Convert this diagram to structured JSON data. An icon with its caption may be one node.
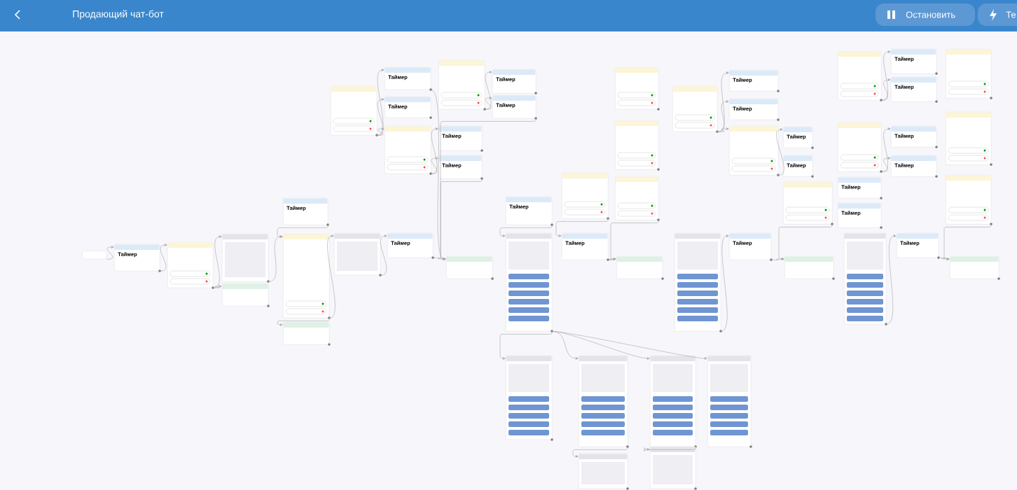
{
  "diagram": {
    "title": "Продающий чат-бот",
    "nodes": [
      {
        "text": [],
        "shape": "box"
      },
      {
        "text": [
          "Таймер"
        ]
      },
      {
        "text": [],
        "shape": "box"
      },
      {
        "text": [],
        "shape": "box"
      },
      {
        "text": [],
        "shape": "box"
      },
      {
        "text": [
          "Таймер"
        ]
      },
      {
        "text": [],
        "shape": "box"
      },
      {
        "text": [],
        "shape": "box"
      },
      {
        "text": [],
        "shape": "box"
      },
      {
        "text": [
          "Таймер"
        ]
      },
      {
        "text": [],
        "shape": "box"
      },
      {
        "text": [],
        "shape": "box"
      },
      {
        "text": [
          "Таймер"
        ]
      },
      {
        "text": [
          "Таймер"
        ]
      },
      {
        "text": [],
        "shape": "box"
      },
      {
        "text": [],
        "shape": "box"
      },
      {
        "text": [
          "Таймер"
        ]
      },
      {
        "text": [
          "Таймер"
        ]
      },
      {
        "text": [
          "Таймер"
        ]
      },
      {
        "text": [
          "Таймер"
        ]
      },
      {
        "text": [
          "Таймер"
        ]
      },
      {
        "text": [],
        "shape": "box"
      },
      {
        "text": [],
        "shape": "box"
      },
      {
        "text": [
          "Таймер"
        ]
      },
      {
        "text": [],
        "shape": "box"
      },
      {
        "text": [],
        "shape": "box"
      },
      {
        "text": [],
        "shape": "box"
      },
      {
        "text": [],
        "shape": "box"
      },
      {
        "text": [],
        "shape": "box"
      },
      {
        "text": [],
        "shape": "box"
      },
      {
        "text": [],
        "shape": "box"
      },
      {
        "text": [],
        "shape": "box"
      },
      {
        "text": [
          "Таймер"
        ]
      },
      {
        "text": [],
        "shape": "box"
      },
      {
        "text": [],
        "shape": "box"
      },
      {
        "text": [
          "Таймер"
        ]
      },
      {
        "text": [],
        "shape": "box"
      },
      {
        "text": [],
        "shape": "box"
      },
      {
        "text": [],
        "shape": "box"
      },
      {
        "text": [],
        "shape": "box"
      },
      {
        "text": [],
        "shape": "box"
      },
      {
        "text": [
          "Таймер"
        ]
      },
      {
        "text": [
          "Таймер"
        ]
      },
      {
        "text": [],
        "shape": "box"
      },
      {
        "text": [
          "Таймер"
        ]
      },
      {
        "text": [
          "Таймер"
        ]
      },
      {
        "text": [],
        "shape": "box"
      },
      {
        "text": [],
        "shape": "box"
      },
      {
        "text": [],
        "shape": "box"
      },
      {
        "text": [
          "Таймер"
        ]
      },
      {
        "text": [
          "Таймер"
        ]
      },
      {
        "text": [
          "Таймер"
        ]
      },
      {
        "text": [
          "Таймер"
        ]
      },
      {
        "text": [
          "Таймер"
        ]
      },
      {
        "text": [
          "Таймер"
        ]
      },
      {
        "text": [],
        "shape": "box"
      },
      {
        "text": [],
        "shape": "box"
      },
      {
        "text": [],
        "shape": "box"
      }
    ],
    "edges": [
      {
        "from": 0,
        "to": 1,
        "arrow": "to"
      },
      {
        "from": 1,
        "to": 2,
        "arrow": "to"
      },
      {
        "from": 2,
        "to": 3,
        "arrow": "to"
      },
      {
        "from": 2,
        "to": 4,
        "arrow": "to"
      },
      {
        "from": 3,
        "to": 6,
        "arrow": "to"
      },
      {
        "from": 5,
        "to": 6,
        "arrow": "to"
      },
      {
        "from": 6,
        "to": 7,
        "arrow": "to"
      },
      {
        "from": 6,
        "to": 8,
        "arrow": "to"
      },
      {
        "from": 8,
        "to": 9,
        "arrow": "to"
      },
      {
        "from": 9,
        "to": 10,
        "arrow": "to"
      },
      {
        "from": 11,
        "to": 12,
        "arrow": "to"
      },
      {
        "from": 11,
        "to": 13,
        "arrow": "to"
      },
      {
        "from": 11,
        "to": 14,
        "arrow": "to"
      },
      {
        "from": 14,
        "to": 16,
        "arrow": "to"
      },
      {
        "from": 14,
        "to": 17,
        "arrow": "to"
      },
      {
        "from": 15,
        "to": 18,
        "arrow": "to"
      },
      {
        "from": 15,
        "to": 19,
        "arrow": "to"
      },
      {
        "from": 12,
        "to": 10,
        "arrow": "to"
      },
      {
        "from": 17,
        "to": 10,
        "arrow": "to"
      },
      {
        "from": 19,
        "to": 10,
        "arrow": "to"
      },
      {
        "from": 20,
        "to": 21,
        "arrow": "to"
      },
      {
        "from": 21,
        "to": 25,
        "arrow": "to"
      },
      {
        "from": 21,
        "to": 26,
        "arrow": "to"
      },
      {
        "from": 21,
        "to": 27,
        "arrow": "to"
      },
      {
        "from": 21,
        "to": 28,
        "arrow": "to"
      },
      {
        "from": 22,
        "to": 23,
        "arrow": "to"
      },
      {
        "from": 23,
        "to": 24,
        "arrow": "to"
      },
      {
        "from": 39,
        "to": 24,
        "arrow": "to"
      },
      {
        "from": 31,
        "to": 32,
        "arrow": "to"
      },
      {
        "from": 32,
        "to": 33,
        "arrow": "to"
      },
      {
        "from": 34,
        "to": 35,
        "arrow": "to"
      },
      {
        "from": 35,
        "to": 36,
        "arrow": "to"
      },
      {
        "from": 40,
        "to": 41,
        "arrow": "to"
      },
      {
        "from": 40,
        "to": 42,
        "arrow": "to"
      },
      {
        "from": 40,
        "to": 43,
        "arrow": "to"
      },
      {
        "from": 43,
        "to": 44,
        "arrow": "to"
      },
      {
        "from": 46,
        "to": 33,
        "arrow": "to"
      },
      {
        "from": 47,
        "to": 51,
        "arrow": "to"
      },
      {
        "from": 47,
        "to": 52,
        "arrow": "to"
      },
      {
        "from": 48,
        "to": 53,
        "arrow": "to"
      },
      {
        "from": 48,
        "to": 54,
        "arrow": "to"
      },
      {
        "from": 26,
        "to": 29,
        "arrow": "to"
      },
      {
        "from": 27,
        "to": 30,
        "arrow": "to"
      },
      {
        "from": 57,
        "to": 36,
        "arrow": "to"
      }
    ],
    "labels": [
      "Остановить",
      "Те"
    ]
  }
}
